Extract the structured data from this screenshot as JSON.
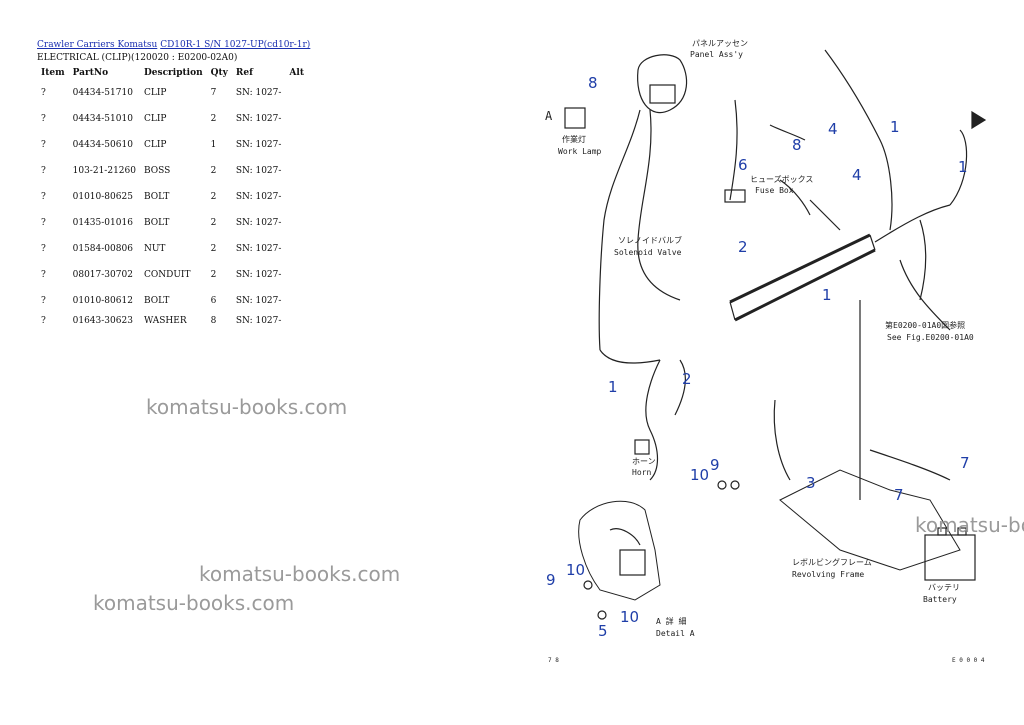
{
  "breadcrumb": {
    "link1": "Crawler Carriers Komatsu",
    "link2": "CD10R-1 S/N 1027-UP(cd10r-1r)"
  },
  "subtitle": "ELECTRICAL (CLIP)(120020 : E0200-02A0)",
  "table": {
    "headers": [
      "Item",
      "PartNo",
      "Description",
      "Qty",
      "Ref",
      "Alt"
    ],
    "rows": [
      [
        "?",
        "04434-51710",
        "CLIP",
        "7",
        "SN: 1027-",
        ""
      ],
      [
        "?",
        "04434-51010",
        "CLIP",
        "2",
        "SN: 1027-",
        ""
      ],
      [
        "?",
        "04434-50610",
        "CLIP",
        "1",
        "SN: 1027-",
        ""
      ],
      [
        "?",
        "103-21-21260",
        "BOSS",
        "2",
        "SN: 1027-",
        ""
      ],
      [
        "?",
        "01010-80625",
        "BOLT",
        "2",
        "SN: 1027-",
        ""
      ],
      [
        "?",
        "01435-01016",
        "BOLT",
        "2",
        "SN: 1027-",
        ""
      ],
      [
        "?",
        "01584-00806",
        "NUT",
        "2",
        "SN: 1027-",
        ""
      ],
      [
        "?",
        "08017-30702",
        "CONDUIT",
        "2",
        "SN: 1027-",
        ""
      ],
      [
        "?",
        "01010-80612",
        "BOLT",
        "6",
        "SN: 1027-",
        ""
      ],
      [
        "?",
        "01643-30623",
        "WASHER",
        "8",
        "SN: 1027-",
        ""
      ]
    ]
  },
  "watermark": "komatsu-books.com",
  "diagram": {
    "labels": {
      "panel_jp": "パネルアッセン",
      "panel_en": "Panel Ass'y",
      "worklamp_jp": "作業灯",
      "worklamp_en": "Work Lamp",
      "fusebox_jp": "ヒューズボックス",
      "fusebox_en": "Fuse Box",
      "solenoid_jp": "ソレノイドバルブ",
      "solenoid_en": "Solenoid Valve",
      "horn_jp": "ホーン",
      "horn_en": "Horn",
      "seefig_jp": "第E0200-01A0図参照",
      "seefig_en": "See Fig.E0200-01A0",
      "frame_jp": "レボルビングフレーム",
      "frame_en": "Revolving Frame",
      "battery_jp": "バッテリ",
      "battery_en": "Battery",
      "detail_jp": "A 詳 細",
      "detail_en": "Detail A",
      "a_mark": "A",
      "page_left": "7 8",
      "page_right": "E 0 0 0 4"
    },
    "callouts": [
      "8",
      "8",
      "4",
      "1",
      "4",
      "1",
      "6",
      "2",
      "1",
      "1",
      "2",
      "3",
      "7",
      "7",
      "10",
      "9",
      "9",
      "10",
      "5",
      "10"
    ]
  },
  "colors": {
    "link": "#1a2fb0",
    "callout": "#1f3ea8",
    "watermark": "#9a9a9a"
  }
}
